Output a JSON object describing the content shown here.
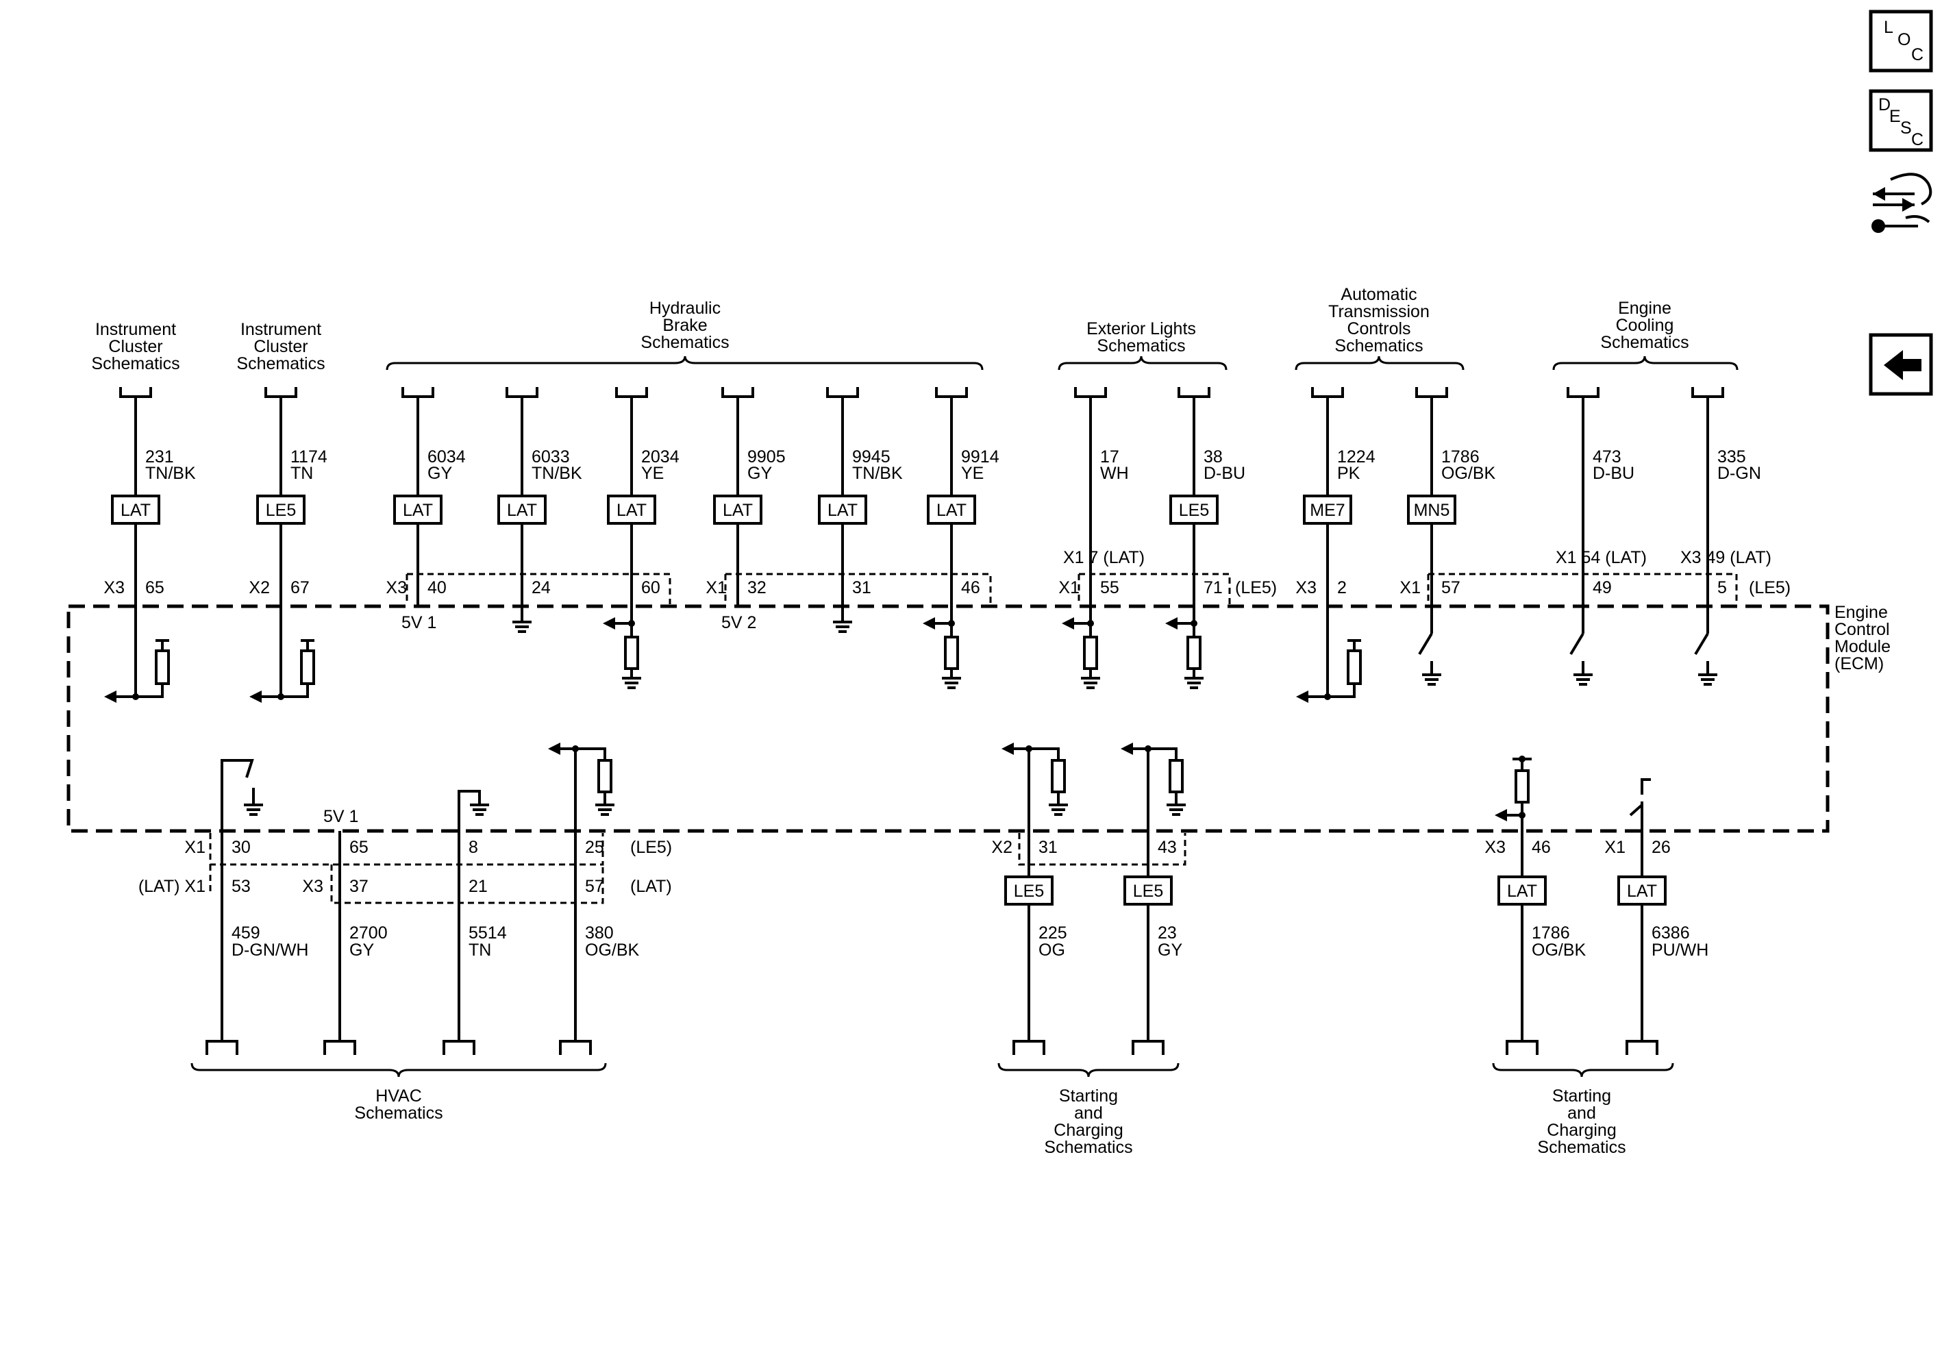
{
  "ecm": {
    "lines": [
      "Engine",
      "Control",
      "Module",
      "(ECM)"
    ]
  },
  "side_buttons": {
    "loc": [
      "L",
      "O",
      "C"
    ],
    "desc": [
      "D",
      "E",
      "S",
      "C"
    ]
  },
  "top_groups": [
    {
      "id": "ic1",
      "lines": [
        "Instrument",
        "Cluster",
        "Schematics"
      ]
    },
    {
      "id": "ic2",
      "lines": [
        "Instrument",
        "Cluster",
        "Schematics"
      ]
    },
    {
      "id": "hyd",
      "lines": [
        "Hydraulic",
        "Brake",
        "Schematics"
      ]
    },
    {
      "id": "ext",
      "lines": [
        "Exterior Lights",
        "Schematics"
      ]
    },
    {
      "id": "atc",
      "lines": [
        "Automatic",
        "Transmission",
        "Controls",
        "Schematics"
      ]
    },
    {
      "id": "eng",
      "lines": [
        "Engine",
        "Cooling",
        "Schematics"
      ]
    }
  ],
  "bottom_groups": [
    {
      "id": "hvac",
      "lines": [
        "HVAC",
        "Schematics"
      ]
    },
    {
      "id": "sc1",
      "lines": [
        "Starting",
        "and",
        "Charging",
        "Schematics"
      ]
    },
    {
      "id": "sc2",
      "lines": [
        "Starting",
        "and",
        "Charging",
        "Schematics"
      ]
    }
  ],
  "top_wires": [
    {
      "circuit": "231",
      "color": "TN/BK",
      "option": "LAT",
      "connector": "X3",
      "pin": "65"
    },
    {
      "circuit": "1174",
      "color": "TN",
      "option": "LE5",
      "connector": "X2",
      "pin": "67"
    },
    {
      "circuit": "6034",
      "color": "GY",
      "option": "LAT",
      "connector": "X3",
      "pin": "40",
      "note": "5V 1"
    },
    {
      "circuit": "6033",
      "color": "TN/BK",
      "option": "LAT",
      "pin": "24"
    },
    {
      "circuit": "2034",
      "color": "YE",
      "option": "LAT",
      "pin": "60"
    },
    {
      "circuit": "9905",
      "color": "GY",
      "option": "LAT",
      "connector": "X1",
      "pin": "32",
      "note": "5V 2"
    },
    {
      "circuit": "9945",
      "color": "TN/BK",
      "option": "LAT",
      "pin": "31"
    },
    {
      "circuit": "9914",
      "color": "YE",
      "option": "LAT",
      "pin": "46"
    },
    {
      "circuit": "17",
      "color": "WH",
      "connector": "X1",
      "pin": "55",
      "upper": "X1   7 (LAT)"
    },
    {
      "circuit": "38",
      "color": "D-BU",
      "option": "LE5",
      "pin": "71",
      "suffix": "(LE5)"
    },
    {
      "circuit": "1224",
      "color": "PK",
      "option": "ME7",
      "connector": "X3",
      "pin": "2"
    },
    {
      "circuit": "1786",
      "color": "OG/BK",
      "option": "MN5",
      "connector": "X1",
      "pin": "57"
    },
    {
      "circuit": "473",
      "color": "D-BU",
      "pin": "49",
      "upper": "X1   54 (LAT)"
    },
    {
      "circuit": "335",
      "color": "D-GN",
      "pin": "5",
      "upper": "X3   49 (LAT)",
      "suffix": "(LE5)"
    }
  ],
  "bottom_wires": [
    {
      "circuit": "459",
      "color": "D-GN/WH",
      "connector": "X1",
      "pin": "30",
      "alt": "(LAT) X1",
      "alt_pin": "53"
    },
    {
      "circuit": "2700",
      "color": "GY",
      "pin": "65",
      "alt": "X3",
      "alt_pin": "37",
      "note": "5V 1"
    },
    {
      "circuit": "5514",
      "color": "TN",
      "pin": "8",
      "alt_pin": "21"
    },
    {
      "circuit": "380",
      "color": "OG/BK",
      "pin": "25",
      "suffix": "(LE5)",
      "alt_pin": "57",
      "alt_suffix": "(LAT)"
    },
    {
      "circuit": "225",
      "color": "OG",
      "option": "LE5",
      "connector": "X2",
      "pin": "31"
    },
    {
      "circuit": "23",
      "color": "GY",
      "option": "LE5",
      "pin": "43"
    },
    {
      "circuit": "1786",
      "color": "OG/BK",
      "option": "LAT",
      "connector": "X3",
      "pin": "46"
    },
    {
      "circuit": "6386",
      "color": "PU/WH",
      "option": "LAT",
      "connector": "X1",
      "pin": "26"
    }
  ]
}
